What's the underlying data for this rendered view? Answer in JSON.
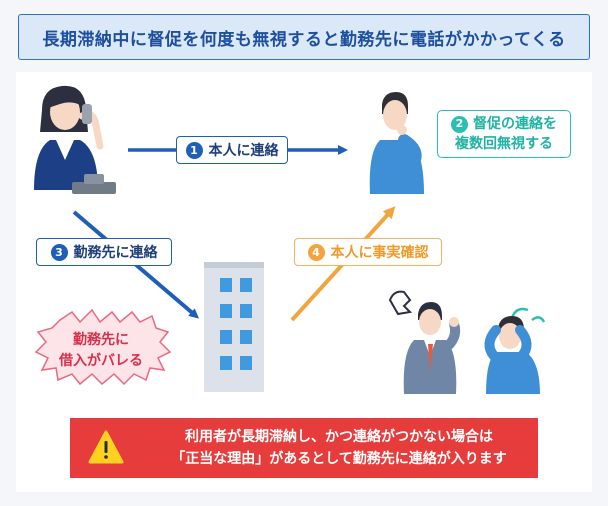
{
  "title": "長期滞納中に督促を何度も無視すると勤務先に電話がかかってくる",
  "steps": [
    {
      "num": "1",
      "label": "本人に連絡"
    },
    {
      "num": "2",
      "label_line1": "督促の連絡を",
      "label_line2": "複数回無視する"
    },
    {
      "num": "3",
      "label": "勤務先に連絡"
    },
    {
      "num": "4",
      "label": "本人に事実確認"
    }
  ],
  "burst": {
    "line1": "勤務先に",
    "line2": "借入がバレる"
  },
  "warning": {
    "line1": "利用者が長期滞納し、かつ連絡がつかない場合は",
    "line2": "「正当な理由」があるとして勤務先に連絡が入ります"
  },
  "colors": {
    "primary": "#1f5fb8",
    "orange": "#f2a53f",
    "teal": "#2bbfb0",
    "red": "#e63c3c"
  }
}
